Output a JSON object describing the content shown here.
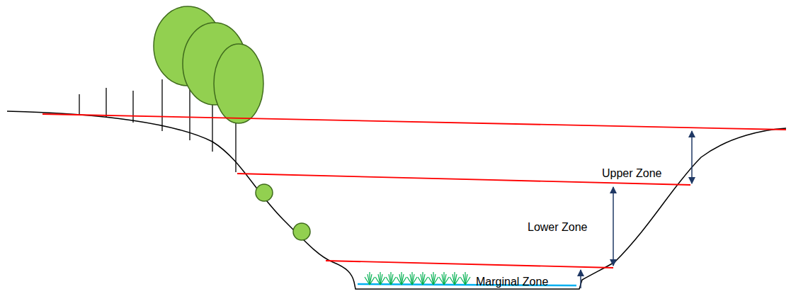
{
  "diagram": {
    "labels": [
      "Upper Zone",
      "Lower Zone",
      "Marginal Zone"
    ]
  }
}
